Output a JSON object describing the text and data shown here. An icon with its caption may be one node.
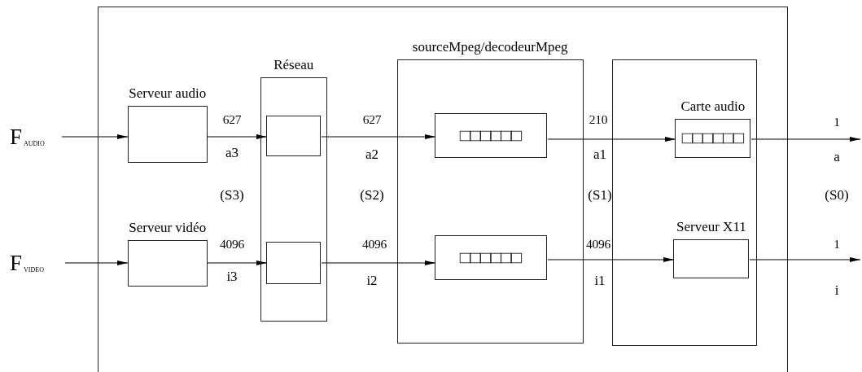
{
  "diagram": {
    "nodes": [
      {
        "text": [],
        "shape": "box"
      },
      {
        "text": [
          "F$_{AUDIO}$"
        ]
      },
      {
        "text": [
          "F$_{VIDEO}$"
        ]
      },
      {
        "text": [
          "Serveur audio"
        ],
        "in": 0
      },
      {
        "text": [
          "Serveur vidéo"
        ],
        "in": 0
      },
      {
        "text": [
          "Réseau"
        ],
        "in": 0
      },
      {
        "text": [],
        "shape": "box",
        "in": 5
      },
      {
        "text": [],
        "shape": "box",
        "in": 5
      },
      {
        "text": [
          "sourceMpeg/decodeurMpeg"
        ],
        "in": 0
      },
      {
        "text": [],
        "shape": "box",
        "in": 8
      },
      {
        "text": [],
        "shape": "box",
        "in": 8
      },
      {
        "text": [],
        "shape": "box",
        "in": 0
      },
      {
        "text": [
          "Carte audio"
        ],
        "in": 11
      },
      {
        "text": [
          "Serveur X11"
        ],
        "in": 11
      }
    ],
    "edges": [
      {
        "from": 1,
        "to": 3,
        "arrow": "to"
      },
      {
        "from": 2,
        "to": 4,
        "arrow": "to"
      },
      {
        "from": 3,
        "to": 6,
        "arrow": "to",
        "label": "627"
      },
      {
        "from": 4,
        "to": 7,
        "arrow": "to",
        "label": "4096"
      },
      {
        "from": 6,
        "to": 9,
        "arrow": "to",
        "label": "627"
      },
      {
        "from": 7,
        "to": 10,
        "arrow": "to",
        "label": "4096"
      },
      {
        "from": 9,
        "to": 12,
        "arrow": "to",
        "label": "210"
      },
      {
        "from": 10,
        "to": 13,
        "arrow": "to",
        "label": "4096"
      },
      {
        "from": 12,
        "to": null,
        "arrow": "to",
        "label": "1"
      },
      {
        "from": 13,
        "to": null,
        "arrow": "to",
        "label": "1"
      }
    ],
    "labels": [
      "a3",
      "a2",
      "a1",
      "a",
      "(S3)",
      "(S2)",
      "(S1)",
      "(S0)",
      "i3",
      "i2",
      "i1",
      "i"
    ]
  }
}
